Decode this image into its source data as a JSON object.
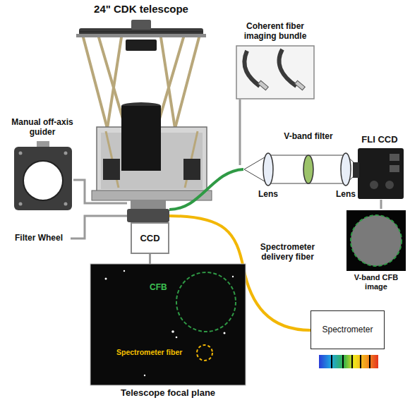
{
  "diagram": {
    "nodes": [
      {
        "text": [
          "CCD"
        ]
      },
      {
        "text": [
          "V-band CFB image"
        ]
      },
      {
        "text": [
          "Telescope focal plane"
        ]
      },
      {
        "text": [
          "Spectrometer"
        ]
      }
    ],
    "edges": [
      {
        "from": 0,
        "to": 2,
        "arrow": "none"
      }
    ],
    "labels": [
      "24\" CDK telescope",
      "Coherent fiber imaging bundle",
      "Manual off-axis guider",
      "V-band filter",
      "FLI CCD",
      "Lens",
      "Lens",
      "Filter Wheel",
      "Spectrometer delivery fiber",
      "CFB",
      "Spectrometer fiber"
    ]
  }
}
